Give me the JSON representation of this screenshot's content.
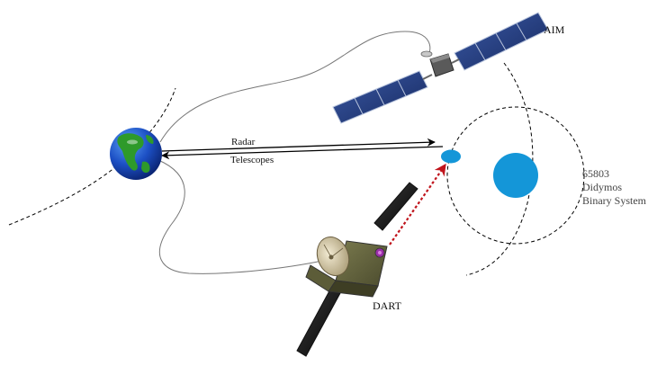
{
  "labels": {
    "aim": "AIM",
    "dart": "DART",
    "radar": "Radar",
    "telescopes": "Telescopes",
    "system_line1": "65803",
    "system_line2": "Didymos",
    "system_line3": "Binary System"
  },
  "colors": {
    "asteroid": "#1496d8",
    "ocean": "#1c4fc4",
    "land": "#2e9a2a",
    "solar_panel": "#263c80",
    "impact_path": "#c0141c"
  },
  "icons": {
    "earth": "earth-icon",
    "aim": "aim-spacecraft-icon",
    "dart": "dart-spacecraft-icon"
  }
}
